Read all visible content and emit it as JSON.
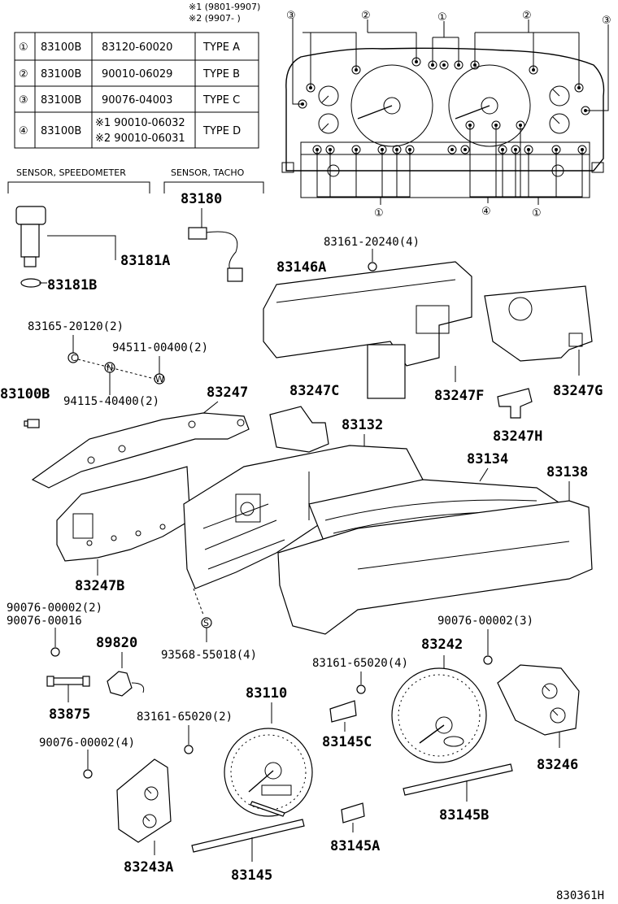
{
  "notes": {
    "note1": "※1 (9801-9907)",
    "note2": "※2 (9907-       )"
  },
  "legend_table": {
    "rows": [
      {
        "key": "①",
        "part": "83100B",
        "number": "83120-60020",
        "type": "TYPE A"
      },
      {
        "key": "②",
        "part": "83100B",
        "number": "90010-06029",
        "type": "TYPE B"
      },
      {
        "key": "③",
        "part": "83100B",
        "number": "90076-04003",
        "type": "TYPE C"
      },
      {
        "key": "④",
        "part": "83100B",
        "number_line1": "※1 90010-06032",
        "number_line2": "※2 90010-06031",
        "type": "TYPE D"
      }
    ]
  },
  "cluster_callouts": {
    "top_left_3": "③",
    "top_2a": "②",
    "top_1": "①",
    "top_2b": "②",
    "top_right_3": "③",
    "bottom_1a": "①",
    "bottom_4": "④",
    "bottom_1b": "①"
  },
  "labels": {
    "sensor_speedometer": "SENSOR, SPEEDOMETER",
    "sensor_tacho": "SENSOR, TACHO",
    "p83180": "83180",
    "p83181A": "83181A",
    "p83181B": "83181B",
    "p83161_20240": "83161-20240(4)",
    "p83146A": "83146A",
    "p83165_20120": "83165-20120(2)",
    "p94511_00400": "94511-00400(2)",
    "p94115_40400": "94115-40400(2)",
    "p83100B": "83100B",
    "p83247": "83247",
    "p83247C": "83247C",
    "p83247F": "83247F",
    "p83247G": "83247G",
    "p83247H": "83247H",
    "p83132": "83132",
    "p83134": "83134",
    "p83138": "83138",
    "p83247B": "83247B",
    "p90076_00002_2": "90076-00002(2)",
    "p90076_00016": "90076-00016",
    "p89820": "89820",
    "p93568_55018": "93568-55018(4)",
    "p83875": "83875",
    "p83161_65020_4": "83161-65020(4)",
    "p83242": "83242",
    "p90076_00002_3": "90076-00002(3)",
    "p83110": "83110",
    "p83161_65020_2": "83161-65020(2)",
    "p83145C": "83145C",
    "p83246": "83246",
    "p90076_00002_4": "90076-00002(4)",
    "p83243A": "83243A",
    "p83145": "83145",
    "p83145A": "83145A",
    "p83145B": "83145B",
    "fig_code": "830361H"
  },
  "symbols": {
    "c": "C",
    "n": "N",
    "w": "W",
    "s": "S"
  }
}
